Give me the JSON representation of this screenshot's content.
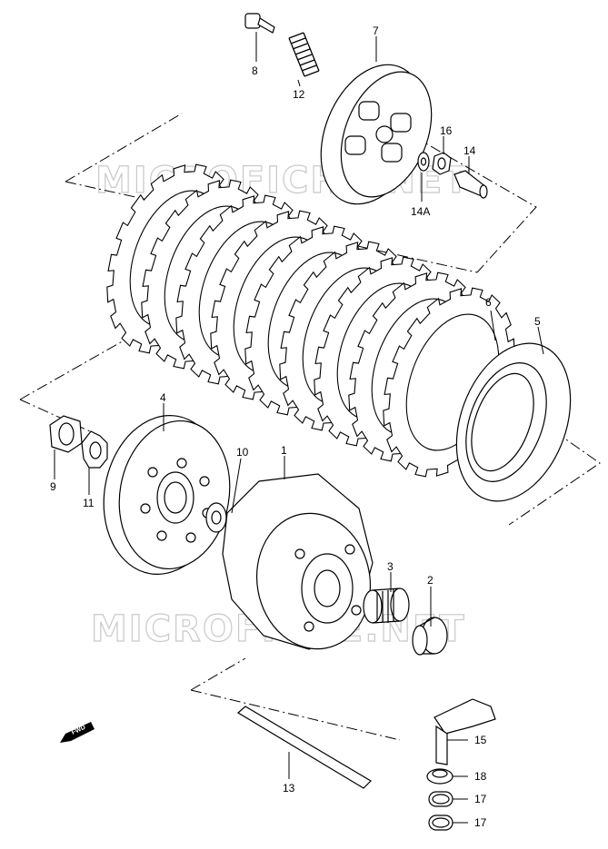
{
  "watermark": "MICROFICHE.NET",
  "fwd_label": "FWD",
  "parts": {
    "p1": "1",
    "p2": "2",
    "p3": "3",
    "p4": "4",
    "p5": "5",
    "p6": "6",
    "p7": "7",
    "p8": "8",
    "p9": "9",
    "p10": "10",
    "p11": "11",
    "p12": "12",
    "p13": "13",
    "p14": "14",
    "p14a": "14A",
    "p15": "15",
    "p16": "16",
    "p17a": "17",
    "p17b": "17",
    "p18": "18"
  }
}
